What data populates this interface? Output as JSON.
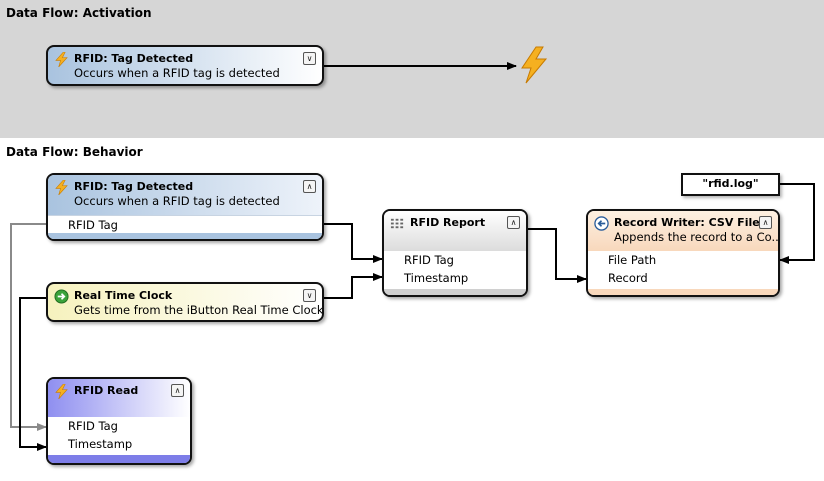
{
  "activation": {
    "title": "Data Flow: Activation",
    "node": {
      "title": "RFID: Tag Detected",
      "desc": "Occurs when a RFID tag is detected",
      "icon": "lightning-icon",
      "button": "expand-icon"
    },
    "end_icon": "lightning-icon"
  },
  "behavior": {
    "title": "Data Flow: Behavior",
    "tag_detected": {
      "title": "RFID: Tag Detected",
      "desc": "Occurs when a RFID tag is detected",
      "port": "RFID Tag",
      "icon": "lightning-icon",
      "button": "collapse-icon"
    },
    "clock": {
      "title": "Real Time Clock",
      "desc": "Gets time from the iButton Real Time Clock",
      "icon": "arrow-right-circle-icon",
      "button": "expand-icon"
    },
    "rfid_read": {
      "title": "RFID Read",
      "ports": [
        "RFID Tag",
        "Timestamp"
      ],
      "icon": "lightning-icon",
      "button": "collapse-icon"
    },
    "report": {
      "title": "RFID Report",
      "ports": [
        "RFID Tag",
        "Timestamp"
      ],
      "icon": "grid-icon",
      "button": "collapse-icon"
    },
    "writer": {
      "title": "Record Writer: CSV File",
      "desc": "Appends the record to a Co...",
      "ports": [
        "File Path",
        "Record"
      ],
      "icon": "arrow-left-circle-icon",
      "button": "collapse-icon"
    },
    "constant": {
      "value": "\"rfid.log\""
    }
  },
  "colors": {
    "activation_bg": "#d6d6d6",
    "tag_header": "#a9c3df",
    "clock_header": "#f6f2be",
    "read_header": "#8f8ff0",
    "writer_header": "#f8d8bc",
    "report_header": "#e6e6e6"
  }
}
